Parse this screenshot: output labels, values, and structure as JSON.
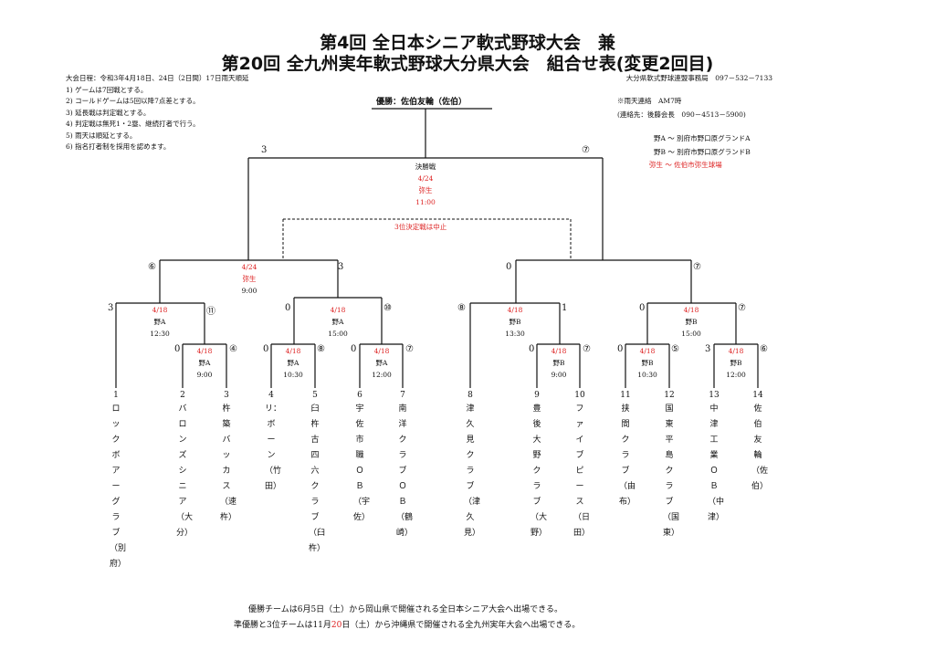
{
  "title1": "第4回 全日本シニア軟式野球大会　兼",
  "title2": "第20回 全九州実年軟式野球大分県大会　組合せ表(変更2回目)",
  "info": {
    "date": "大会日程：令和3年4月18日、24日（2日間）17日雨天順延",
    "rules": [
      "1) ゲームは7回戦とする。",
      "2) コールドゲームは5回以降7点差とする。",
      "3) 延長戦は判定戦とする。",
      "4) 判定戦は無死1・2塁、継続打者で行う。",
      "5) 雨天は順延とする。",
      "6) 指名打者制を採用を認めます。"
    ],
    "office": "大分県軟式野球連盟事務局　097－532－7133",
    "rain": "※雨天連絡　AM7時",
    "contact": "(連絡先：後藤会長　090－4513－5900)",
    "groundA": "野A ～ 別府市野口原グランドA",
    "groundB": "野B ～ 別府市野口原グランドB",
    "groundY": "弥生 ～ 佐伯市弥生球場"
  },
  "winner": "優勝：佐伯友輪（佐伯）",
  "final": {
    "label": "決勝戦",
    "date": "4/24",
    "venue": "弥生",
    "time": "11:00",
    "score_left": "3",
    "score_right": "⑦"
  },
  "third_place": "3位決定戦は中止",
  "semis": [
    {
      "date": "4/24",
      "venue": "弥生",
      "time": "9:00",
      "score_left": "⑥",
      "score_right": "3"
    },
    {
      "score_left": "0",
      "score_right": "⑦"
    }
  ],
  "round2": [
    {
      "date": "4/18",
      "venue": "野A",
      "time": "12:30",
      "score_left": "3",
      "score_right": "⑪"
    },
    {
      "date": "4/18",
      "venue": "野A",
      "time": "15:00",
      "score_left": "0",
      "score_right": "⑩"
    },
    {
      "date": "4/18",
      "venue": "野B",
      "time": "13:30",
      "score_left": "⑧",
      "score_right": "1"
    },
    {
      "date": "4/18",
      "venue": "野B",
      "time": "15:00",
      "score_left": "0",
      "score_right": "⑦"
    }
  ],
  "round1": [
    {
      "date": "4/18",
      "venue": "野A",
      "time": "9:00",
      "score_left": "0",
      "score_right": "④"
    },
    {
      "date": "4/18",
      "venue": "野A",
      "time": "10:30",
      "score_left": "0",
      "score_right": "⑧"
    },
    {
      "date": "4/18",
      "venue": "野A",
      "time": "12:00",
      "score_left": "0",
      "score_right": "⑦"
    },
    {
      "date": "4/18",
      "venue": "野B",
      "time": "9:00",
      "score_left": "0",
      "score_right": "⑦"
    },
    {
      "date": "4/18",
      "venue": "野B",
      "time": "10:30",
      "score_left": "0",
      "score_right": "⑤"
    },
    {
      "date": "4/18",
      "venue": "野B",
      "time": "12:00",
      "score_left": "3",
      "score_right": "⑥"
    }
  ],
  "teams": [
    {
      "no": "1",
      "name": "ロックボアーグラブ（別府）"
    },
    {
      "no": "2",
      "name": "バロンズシニア（大分）"
    },
    {
      "no": "3",
      "name": "杵築バッカス（速杵）"
    },
    {
      "no": "4",
      "name": "リ：ボーン（竹田）"
    },
    {
      "no": "5",
      "name": "臼杵古四六クラブ（臼杵）"
    },
    {
      "no": "6",
      "name": "宇佐市職ＯＢ（宇佐）"
    },
    {
      "no": "7",
      "name": "南洋クラブＯＢ（鶴崎）"
    },
    {
      "no": "8",
      "name": "津久見クラブ（津久見）"
    },
    {
      "no": "9",
      "name": "豊後大野クラブ（大野）"
    },
    {
      "no": "10",
      "name": "ファイブピース（日田）"
    },
    {
      "no": "11",
      "name": "挟間クラブ（由布）"
    },
    {
      "no": "12",
      "name": "国東平島クラブ（国東）"
    },
    {
      "no": "13",
      "name": "中津工業ＯＢ（中津）"
    },
    {
      "no": "14",
      "name": "佐伯友輪（佐伯）"
    }
  ],
  "footer1": "優勝チームは6月5日（土）から岡山県で開催される全日本シニア大会へ出場できる。",
  "footer2_pre": "準優勝と3位チームは11月",
  "footer2_red": "20",
  "footer2_post": "日（土）から沖縄県で開催される全九州実年大会へ出場できる。",
  "colors": {
    "line": "#111111",
    "accent": "#dd2222"
  }
}
